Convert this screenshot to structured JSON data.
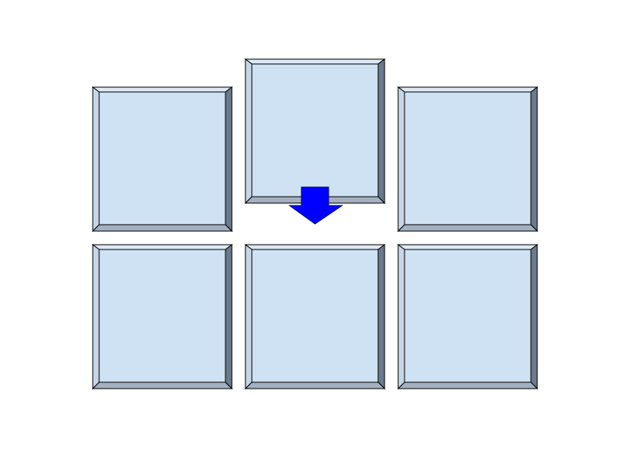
{
  "diagram": {
    "tiles": [
      {
        "id": "top-left"
      },
      {
        "id": "top-center-raised"
      },
      {
        "id": "top-right"
      },
      {
        "id": "bottom-left"
      },
      {
        "id": "bottom-center"
      },
      {
        "id": "bottom-right"
      }
    ],
    "arrow": {
      "direction": "down"
    },
    "colors": {
      "face": "#cfe2f3",
      "bevel_top": "#dde9f5",
      "bevel_left": "#c7d6e6",
      "bevel_right": "#6b7a8c",
      "bevel_bottom": "#a4b0bf",
      "outline": "#000000",
      "arrow_fill": "#0000ff",
      "arrow_outline": "#000080"
    }
  }
}
